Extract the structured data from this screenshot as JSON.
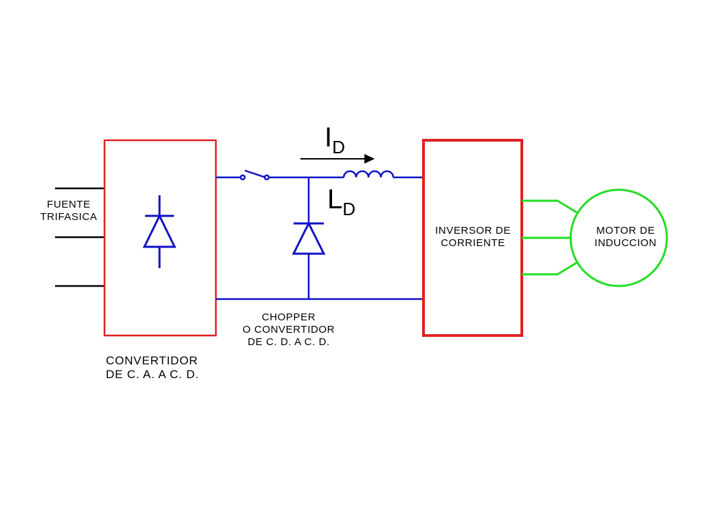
{
  "labels": {
    "source": [
      "FUENTE",
      "TRIFASICA"
    ],
    "rectifier": [
      "CONVERTIDOR",
      "DE C. A. A C. D."
    ],
    "chopper": [
      "CHOPPER",
      "O CONVERTIDOR",
      "DE C. D. A C. D."
    ],
    "inverter": [
      "INVERSOR DE",
      "CORRIENTE"
    ],
    "motor": [
      "MOTOR DE",
      "INDUCCION"
    ]
  },
  "symbols": {
    "current": {
      "main": "I",
      "sub": "D"
    },
    "inductance": {
      "main": "L",
      "sub": "D"
    }
  },
  "colors": {
    "block": "#e02020",
    "wire": "#1010c8",
    "motor": "#22dd22",
    "line": "#000000"
  }
}
